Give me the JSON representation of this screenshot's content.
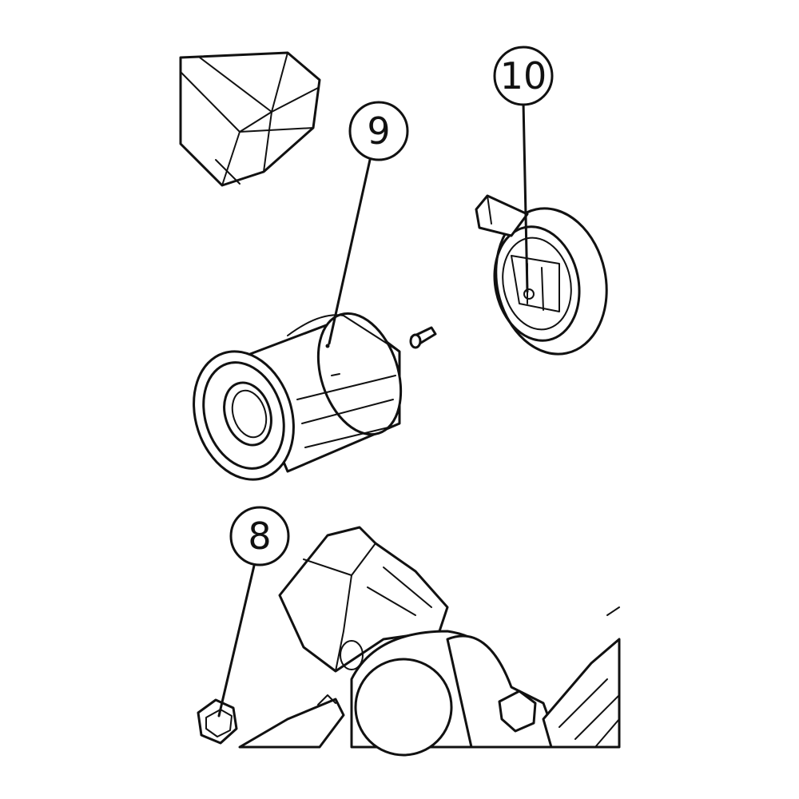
{
  "callouts": [
    {
      "id": "8",
      "label": "8"
    },
    {
      "id": "9",
      "label": "9"
    },
    {
      "id": "10",
      "label": "10"
    }
  ],
  "colors": {
    "line": "#111111",
    "background": "#ffffff"
  }
}
